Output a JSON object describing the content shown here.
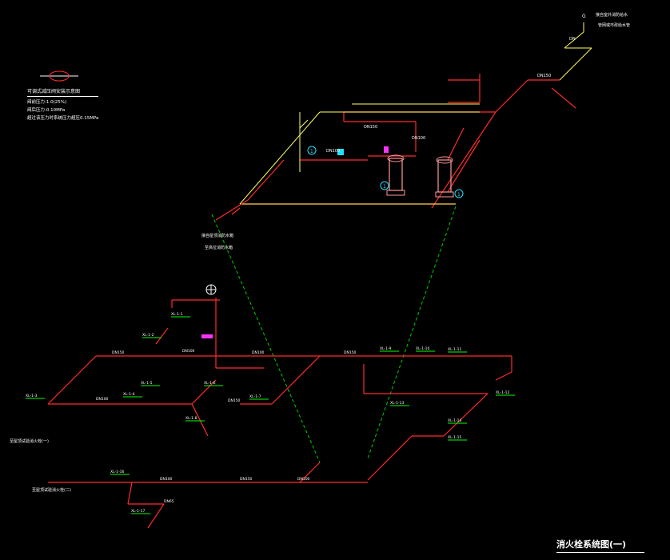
{
  "colors": {
    "background": "#000000",
    "fire_pipe": "#ff2a2a",
    "supply_pipe": "#ffff66",
    "text": "#ffffff",
    "branch_label": "#00ff00",
    "riser_dashed": "#00cc00",
    "pump": "#ff9a9a",
    "valve_magenta": "#ff33ff",
    "marker_cyan": "#22e0ff"
  },
  "title": "消火栓系统图(一)",
  "legend": {
    "title": "可调式减压阀安装示意图",
    "lines": [
      "阀前压力:1.0(25%)",
      "阀后压力:0.10MPa",
      "超过该压力时系统压力超压0.15MPa"
    ]
  },
  "annotations": {
    "top_right_note_1": "接自室外消防给水",
    "top_right_note_2": "管网或市政给水管",
    "top_mark": "G",
    "top_pipe_size": "DN",
    "pump_room_note_left_1": "接自屋顶消防水箱",
    "pump_room_note_left_2": "至高位消防水箱",
    "pump_size_top": "DN150",
    "pump_size_mid": "DN100",
    "pump_size_low": "DN100",
    "pump_size_right": "DN150",
    "hydrant_left_end": "至屋顶试验消火栓(一)",
    "hydrant_bottom_left_end": "至屋顶试验消火栓(二)",
    "circle_1": "1",
    "circle_2": "1",
    "circle_3": "1"
  },
  "branch_labels": [
    "XL-1-1",
    "XL-1-2",
    "XL-1-3",
    "XL-1-4",
    "XL-1-5",
    "XL-1-6",
    "XL-1-7",
    "XL-1-8",
    "XL-1-9",
    "XL-1-10",
    "XL-1-11",
    "XL-1-12",
    "XL-1-13",
    "XL-1-14",
    "XL-1-15",
    "XL-1-16",
    "XL-1-17"
  ],
  "pipe_sizes": [
    "DN150",
    "DN100",
    "DN100",
    "DN150",
    "DN100",
    "DN150",
    "DN100",
    "DN150",
    "DN100",
    "DN65"
  ]
}
